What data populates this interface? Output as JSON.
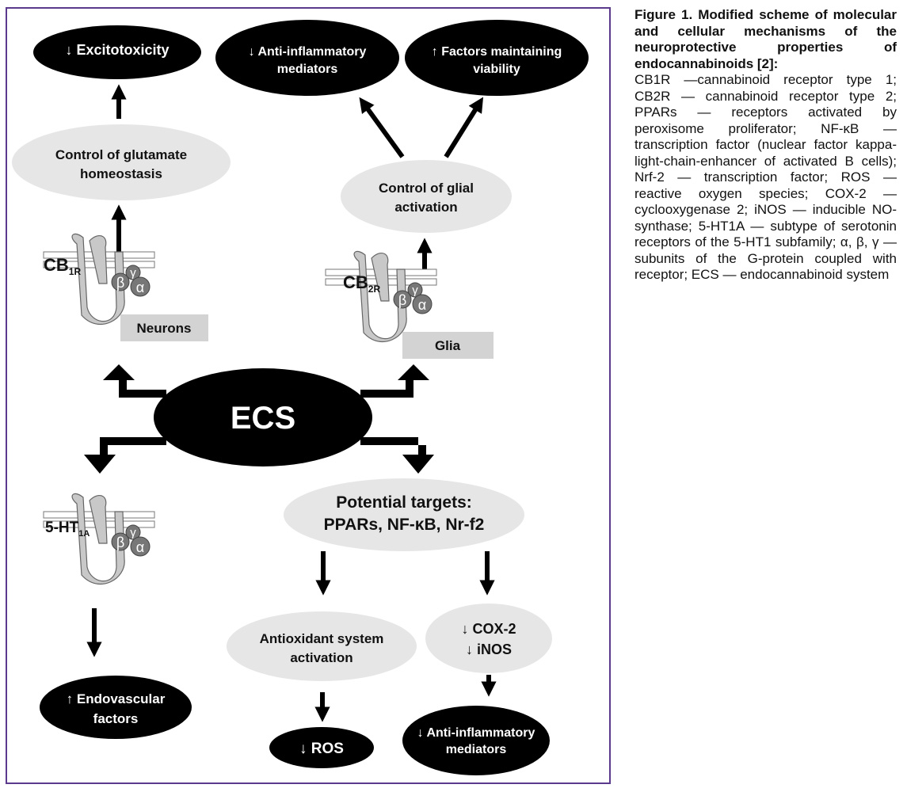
{
  "colors": {
    "frame": "#5b3a8e",
    "dark_node": "#000000",
    "light_node": "#e6e6e6",
    "label_box": "#d3d3d3",
    "receptor_fill": "#c8c8c8",
    "gprotein_fill": "#777777"
  },
  "diagram": {
    "center": "ECS",
    "excitotoxicity": "↓ Excitotoxicity",
    "anti_inflammatory_top_l1": "↓ Anti-inflammatory",
    "anti_inflammatory_top_l2": "mediators",
    "viability_l1": "↑ Factors maintaining",
    "viability_l2": "viability",
    "glutamate_l1": "Control of glutamate",
    "glutamate_l2": "homeostasis",
    "glial_l1": "Control of glial",
    "glial_l2": "activation",
    "neurons": "Neurons",
    "glia": "Glia",
    "cb1": "CB",
    "cb1_sub": "1R",
    "cb2": "CB",
    "cb2_sub": "2R",
    "ht": "5-HT",
    "ht_sub": "1A",
    "beta": "β",
    "gamma": "γ",
    "alpha": "α",
    "targets_l1": "Potential targets:",
    "targets_l2": "PPARs, NF-κB, Nr-f2",
    "antioxidant_l1": "Antioxidant system",
    "antioxidant_l2": "activation",
    "cox2": "↓ COX-2",
    "inos": "↓ iNOS",
    "endovascular_l1": "↑ Endovascular",
    "endovascular_l2": "factors",
    "ros": "↓ ROS",
    "anti_inflammatory_bottom_l1": "↓ Anti-inflammatory",
    "anti_inflammatory_bottom_l2": "mediators"
  },
  "caption": {
    "title": "Figure 1. Modified scheme of molecular and cellular mechanisms of the neuroprotective properties of endocannabinoids [2]:",
    "body": "CB1R —cannabinoid receptor type 1; CB2R — cannabinoid receptor type 2; PPARs — receptors activated by peroxisome proliferator; NF-κB — transcription factor (nuclear factor kappa-light-chain-enhancer of activated B cells); Nrf-2 — transcription factor; ROS — reactive oxygen species; COX-2 — cyclooxygenase 2; iNOS — inducible NO-synthase; 5-HT1A — subtype of serotonin receptors of the 5-HT1 subfamily; α, β, γ — subunits of the G-protein coupled with receptor; ECS — endocannabinoid system"
  }
}
